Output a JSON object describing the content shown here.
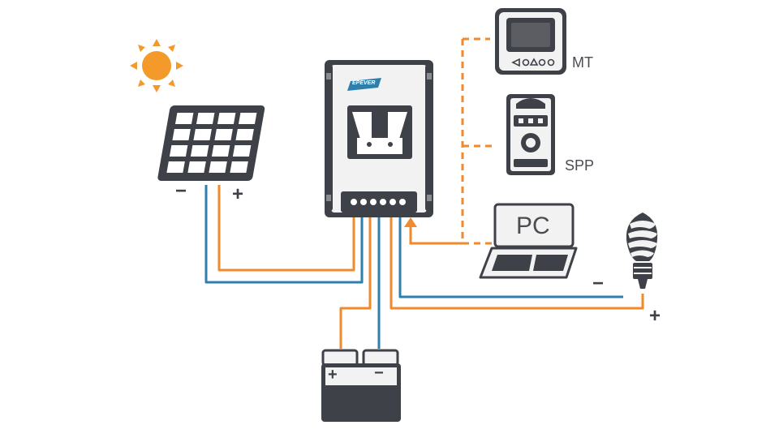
{
  "colors": {
    "positive_wire": "#f08a2c",
    "negative_wire": "#2f7fad",
    "comm_line": "#f08a2c",
    "device_dark": "#3f4148",
    "device_body": "#f2f2f2",
    "sun": "#f39a2b"
  },
  "icons": {
    "sun": "sun-icon",
    "solar_panel": "solar-panel-icon",
    "controller": "charge-controller-icon",
    "mt_meter": "remote-meter-icon",
    "spp": "spp-module-icon",
    "pc": "laptop-icon",
    "battery": "battery-icon",
    "load": "light-bulb-icon"
  },
  "labels": {
    "mt": "MT",
    "spp": "SPP",
    "pc": "PC",
    "brand": "EPEVER",
    "panel_minus": "−",
    "panel_plus": "+",
    "battery_plus": "+",
    "battery_minus": "−",
    "load_minus": "−",
    "load_plus": "+"
  }
}
